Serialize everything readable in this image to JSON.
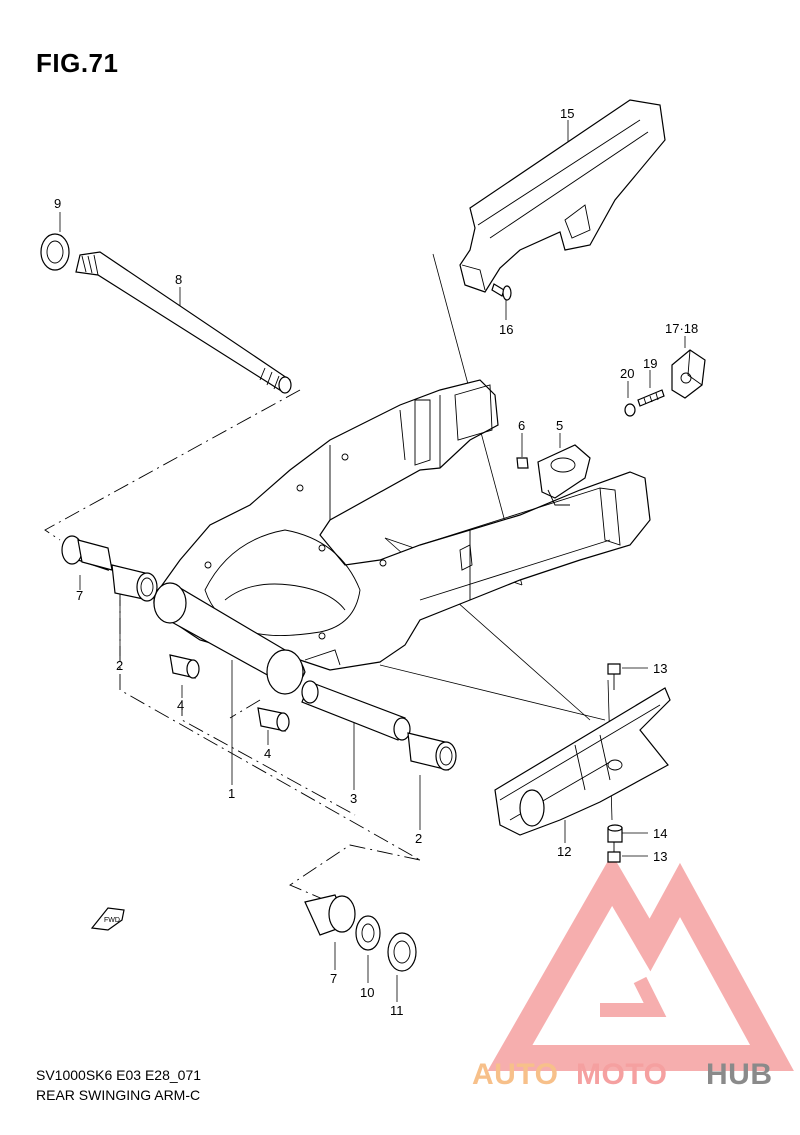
{
  "figure": {
    "title": "FIG.71",
    "code": "SV1000SK6 E03 E28_071",
    "caption": "REAR SWINGING ARM-C"
  },
  "watermark": {
    "part1": "AUTO",
    "part2": "MOTO",
    "part3": "HUB",
    "colors": {
      "auto": "#f7c08a",
      "moto": "#f5a0a0",
      "hub": "#8a8a8a",
      "logo": "#f5a0a0"
    }
  },
  "fwd_label": "FWD",
  "callouts": {
    "c1": "1",
    "c2a": "2",
    "c2b": "2",
    "c3": "3",
    "c4a": "4",
    "c4b": "4",
    "c5": "5",
    "c6": "6",
    "c7a": "7",
    "c7b": "7",
    "c8": "8",
    "c9": "9",
    "c10": "10",
    "c11": "11",
    "c12": "12",
    "c13a": "13",
    "c13b": "13",
    "c14": "14",
    "c15": "15",
    "c16": "16",
    "c17_18": "17·18",
    "c19": "19",
    "c20": "20"
  }
}
